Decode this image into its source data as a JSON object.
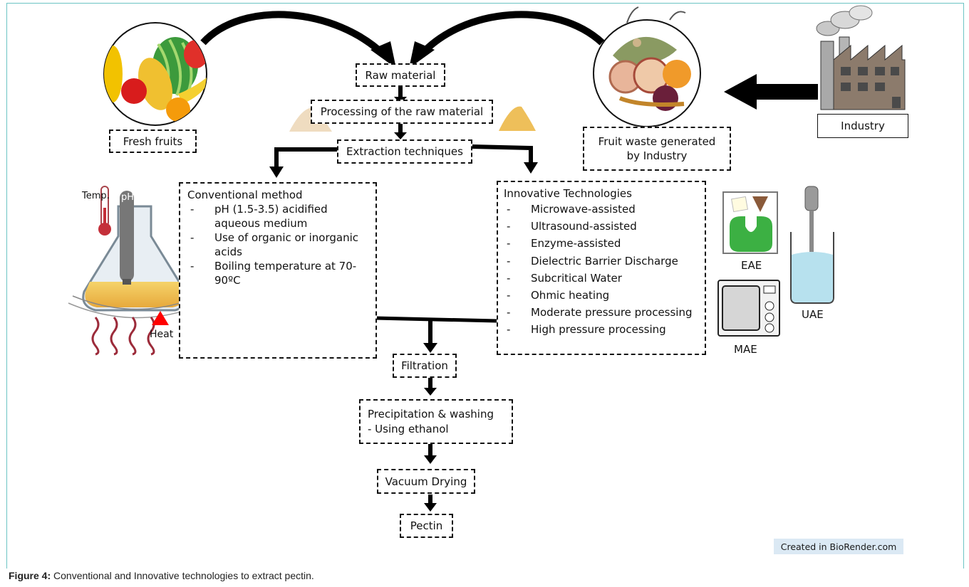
{
  "diagram": {
    "sources": {
      "fresh_fruits": "Fresh fruits",
      "fruit_waste": "Fruit waste generated by Industry",
      "industry": "Industry"
    },
    "steps": {
      "raw_material": "Raw material",
      "processing": "Processing of the raw material",
      "extraction": "Extraction techniques",
      "filtration": "Filtration",
      "precipitation_title": "Precipitation & washing",
      "precipitation_note": "- Using ethanol",
      "vacuum_drying": "Vacuum Drying",
      "pectin": "Pectin"
    },
    "conventional": {
      "title": "Conventional method",
      "items": [
        "pH (1.5-3.5) acidified aqueous medium",
        "Use of organic or inorganic acids",
        "Boiling temperature at 70-90ºC"
      ]
    },
    "innovative": {
      "title": "Innovative Technologies",
      "items": [
        "Microwave-assisted",
        "Ultrasound-assisted",
        "Enzyme-assisted",
        "Dielectric Barrier Discharge",
        "Subcritical Water",
        "Ohmic heating",
        "Moderate pressure processing",
        "High pressure processing"
      ]
    },
    "illustration_labels": {
      "temp": "Temp.",
      "ph": "pH",
      "heat": "Heat",
      "eae": "EAE",
      "uae": "UAE",
      "mae": "MAE"
    },
    "icons": [
      "fruit-basket-icon",
      "fruit-waste-icon",
      "factory-icon",
      "powder-pile-icon",
      "flask-icon",
      "thermometer-icon",
      "enzyme-icon",
      "microwave-icon",
      "ultrasound-icon"
    ],
    "colors": {
      "frame": "#6cc4c4",
      "arrow": "#000000",
      "heat": "#ff0000",
      "enzyme": "#3cb043",
      "credit_bg": "#dbe9f4"
    }
  },
  "credit": "Created in BioRender.com",
  "caption": {
    "label": "Figure 4:",
    "text": " Conventional and Innovative technologies to extract pectin."
  }
}
